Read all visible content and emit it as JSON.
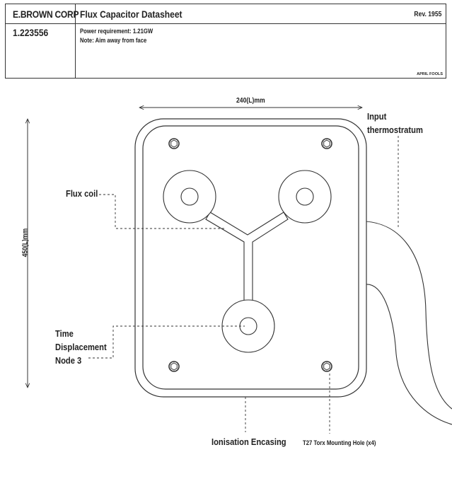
{
  "title_block": {
    "company": "E.BROWN CORP",
    "title": "Flux Capacitor Datasheet",
    "revision": "Rev. 1955",
    "part_number": "1.223556",
    "note_power": "Power requirement: 1.21GW",
    "note_aim": "Note: Aim away from face",
    "footer": "APRIL FOOLS"
  },
  "dimensions": {
    "width": "240(L)mm",
    "height": "450(L)mm"
  },
  "callouts": {
    "input": [
      "Input",
      "thermostratum"
    ],
    "flux_coil": "Flux coil",
    "time_node": [
      "Time",
      "Displacement",
      "Node 3"
    ],
    "ionisation": "Ionisation Encasing",
    "torx": "T27 Torx Mounting Hole (x4)"
  },
  "colors": {
    "line": "#333333",
    "background": "#ffffff"
  }
}
